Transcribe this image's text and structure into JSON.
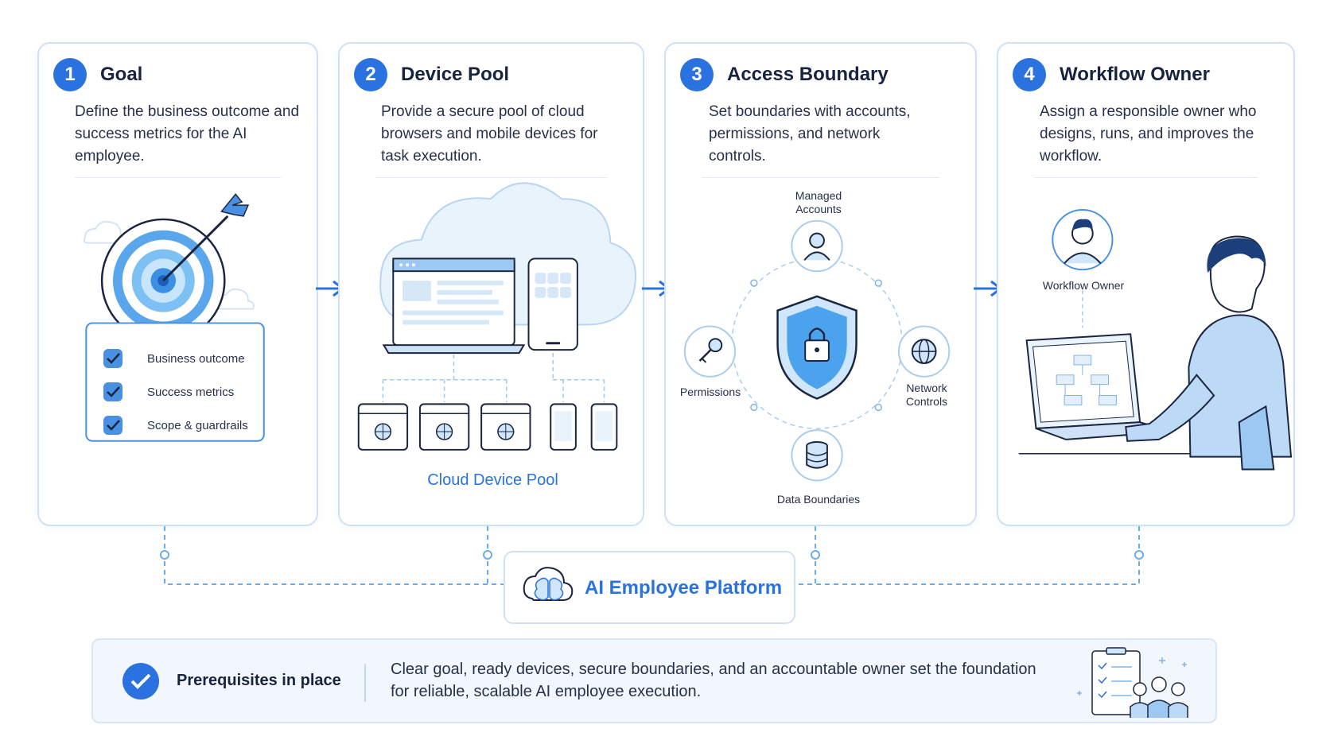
{
  "steps": [
    {
      "number": "1",
      "title": "Goal",
      "description": "Define the business outcome and success metrics for the AI employee.",
      "checklist": [
        "Business outcome",
        "Success metrics",
        "Scope & guardrails"
      ]
    },
    {
      "number": "2",
      "title": "Device Pool",
      "description": "Provide a secure pool of cloud browsers and mobile devices for task execution.",
      "caption": "Cloud Device Pool"
    },
    {
      "number": "3",
      "title": "Access Boundary",
      "description": "Set boundaries with accounts, permissions, and network controls.",
      "nodes": {
        "top": "Managed Accounts",
        "left": "Permissions",
        "right": "Network Controls",
        "bottom": "Data Boundaries"
      }
    },
    {
      "number": "4",
      "title": "Workflow Owner",
      "description": "Assign a responsible owner who designs, runs, and improves the workflow.",
      "owner_label": "Workflow Owner"
    }
  ],
  "platform": {
    "title": "AI Employee Platform"
  },
  "banner": {
    "heading": "Prerequisites in place",
    "text": "Clear goal, ready devices, secure boundaries, and an accountable owner set the foundation for reliable, scalable AI employee execution."
  },
  "colors": {
    "accent": "#2a72e0",
    "light_blue": "#cfe2f5",
    "icon_blue": "#4a90e2"
  }
}
